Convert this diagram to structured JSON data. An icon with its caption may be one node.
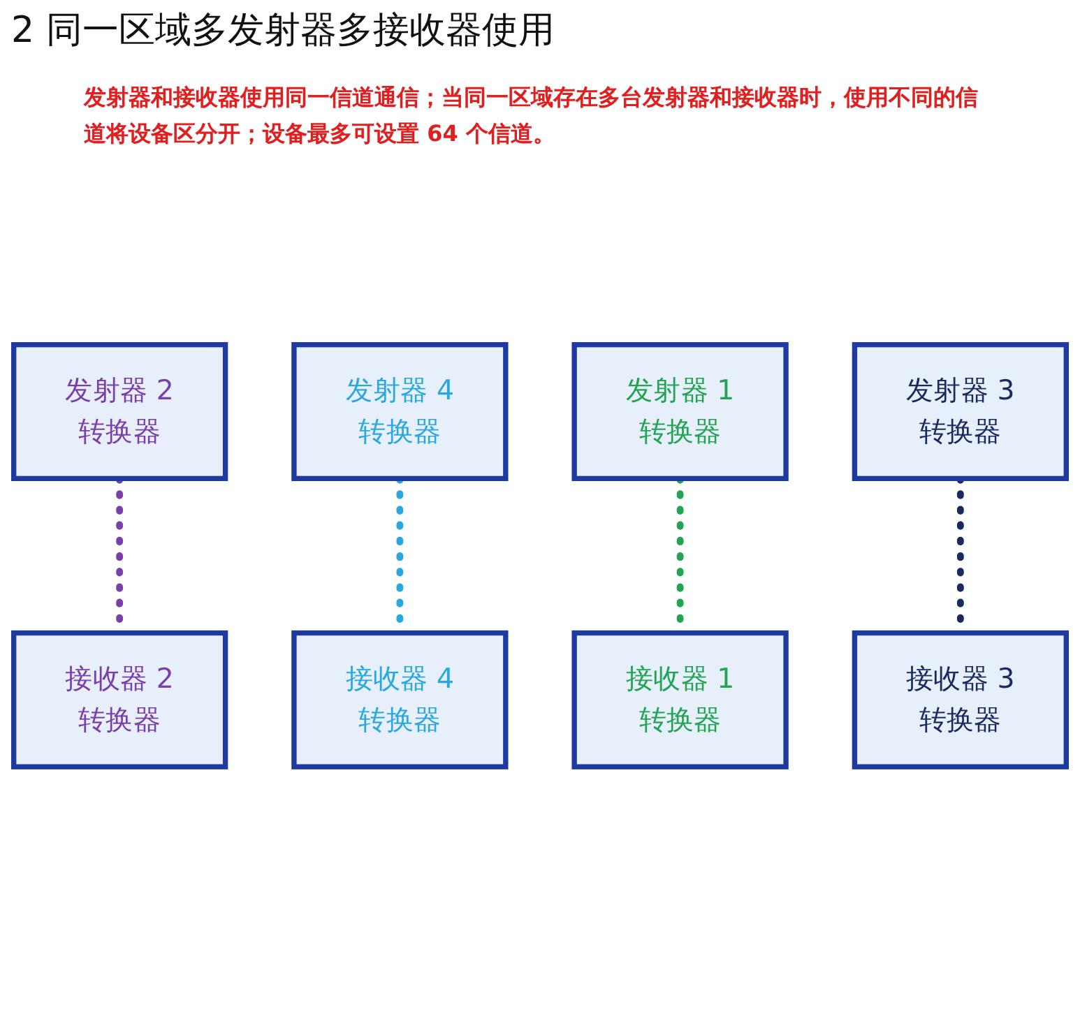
{
  "diagram": {
    "title": "2 同一区域多发射器多接收器使用",
    "nodes": [
      {
        "text": [
          "发射器 2",
          "转换器"
        ]
      },
      {
        "text": [
          "发射器 4",
          "转换器"
        ]
      },
      {
        "text": [
          "发射器 1",
          "转换器"
        ]
      },
      {
        "text": [
          "发射器 3",
          "转换器"
        ]
      },
      {
        "text": [
          "接收器 1",
          "转换器"
        ]
      },
      {
        "text": [
          "接收器 3",
          "转换器"
        ]
      },
      {
        "text": [
          "接收器 4",
          "转换器"
        ]
      },
      {
        "text": [
          "接收器 2",
          "转换器"
        ]
      }
    ],
    "edges": [
      {
        "from": 0,
        "to": 7,
        "arrow": "none",
        "style": "dashed",
        "color": "#7b3fa8"
      },
      {
        "from": 1,
        "to": 6,
        "arrow": "none",
        "style": "dashed",
        "color": "#29a8e0"
      },
      {
        "from": 2,
        "to": 4,
        "arrow": "none",
        "style": "dashed",
        "color": "#22a454"
      },
      {
        "from": 3,
        "to": 5,
        "arrow": "none",
        "style": "dashed",
        "color": "#1a2a5e"
      }
    ],
    "labels": [
      "发射器和接收器使用同一信道通信；当同一区域存在多台发射器和接收器时，使用不同的信道将设备区分开；设备最多可设置 64 个信道。"
    ]
  }
}
